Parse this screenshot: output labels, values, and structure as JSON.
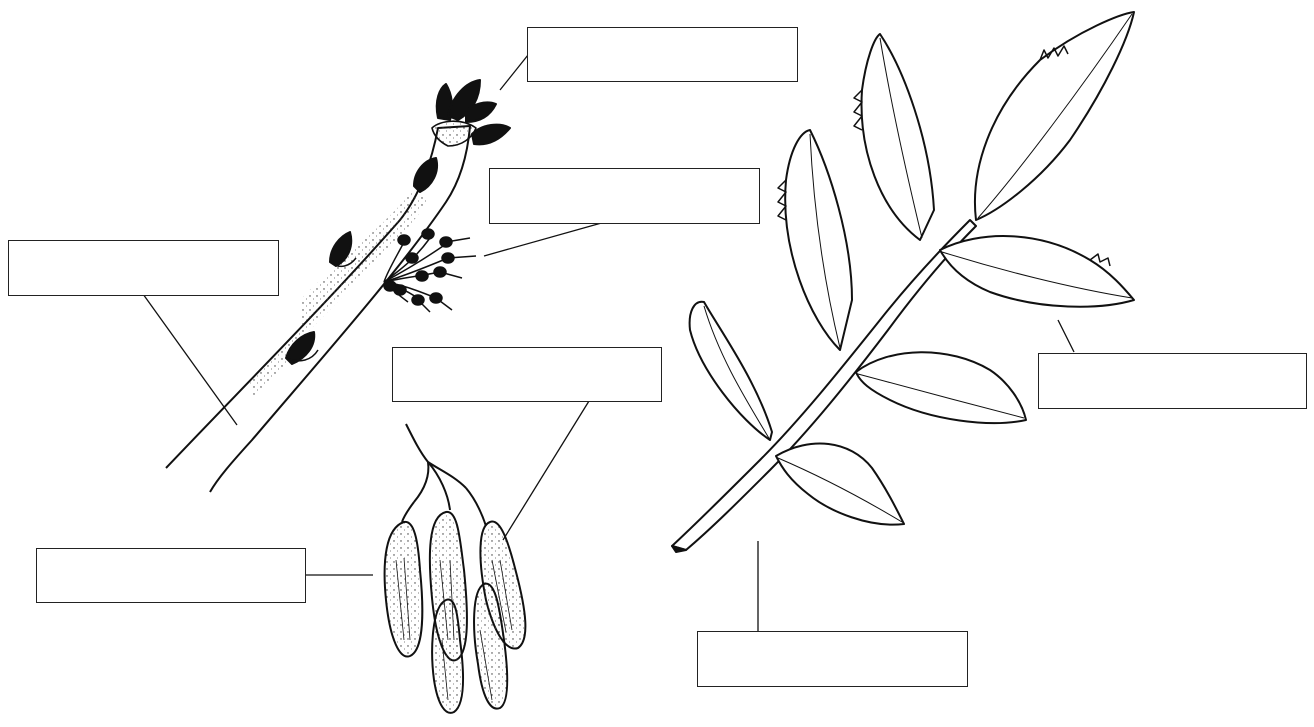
{
  "worksheet": {
    "labels": [
      {
        "id": "box-1",
        "text": ""
      },
      {
        "id": "box-2",
        "text": ""
      },
      {
        "id": "box-3",
        "text": ""
      },
      {
        "id": "box-4",
        "text": ""
      },
      {
        "id": "box-5",
        "text": ""
      },
      {
        "id": "box-6",
        "text": ""
      },
      {
        "id": "box-7",
        "text": ""
      }
    ]
  },
  "colors": {
    "ink": "#111111",
    "paper": "#ffffff"
  },
  "icons": [
    "twig-drawing",
    "flower-cluster-drawing",
    "seed-cluster-drawing",
    "compound-leaf-drawing"
  ]
}
